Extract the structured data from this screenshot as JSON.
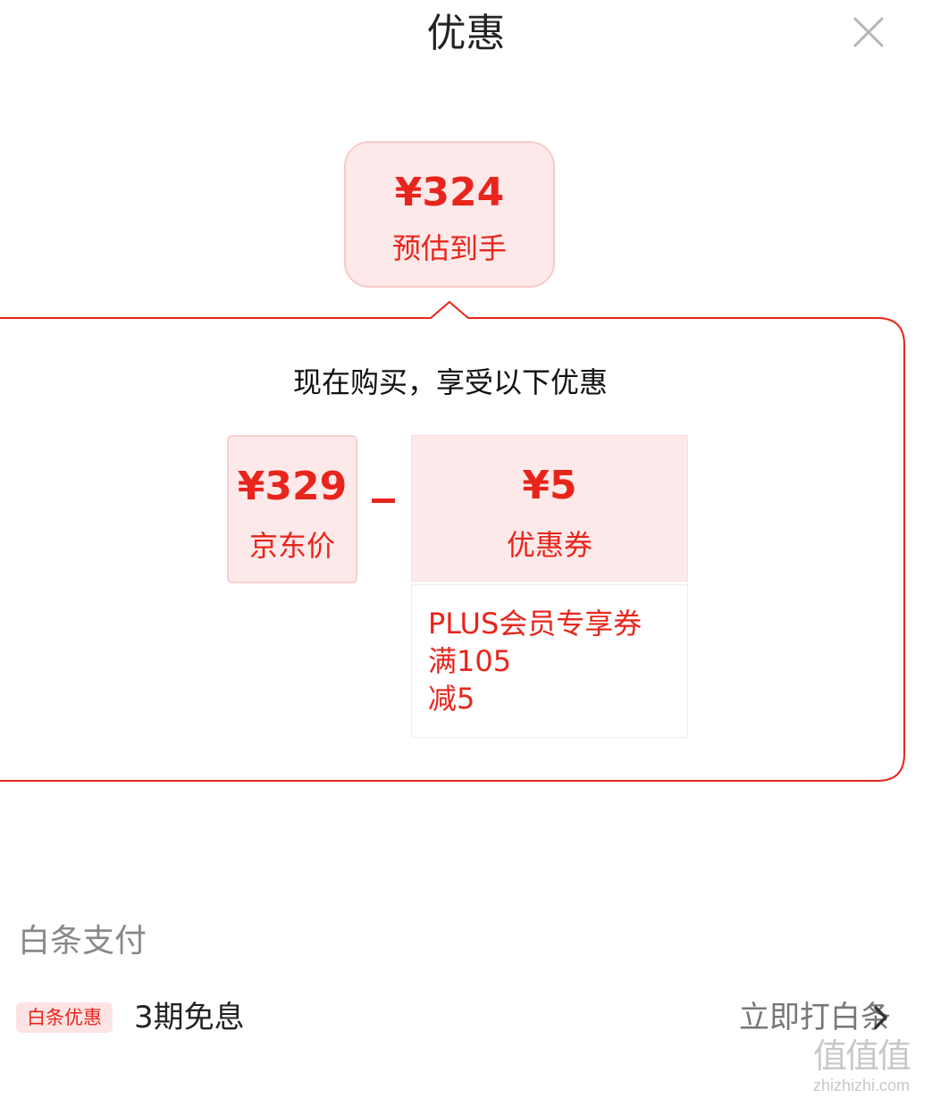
{
  "header": {
    "title": "优惠",
    "close_icon": "close-icon"
  },
  "estimate": {
    "amount": "¥324",
    "label": "预估到手"
  },
  "offer": {
    "headline": "现在购买，享受以下优惠",
    "jd_price": {
      "amount": "¥329",
      "label": "京东价"
    },
    "coupon": {
      "amount": "¥5",
      "label": "优惠券"
    },
    "coupon_detail": [
      "PLUS会员专享券",
      "满105",
      "减5"
    ]
  },
  "baitiao": {
    "section_title": "白条支付",
    "badge": "白条优惠",
    "plan": "3期免息",
    "action_label": "立即打白条",
    "action_icon": "chevron-right-icon"
  },
  "watermark": {
    "mark": "值值值",
    "site": "zhizhizhi.com"
  },
  "colors": {
    "accent": "#e8251c",
    "card_bg": "#fde9e9",
    "card_border": "#f8c9c9",
    "muted_text": "#888888"
  }
}
